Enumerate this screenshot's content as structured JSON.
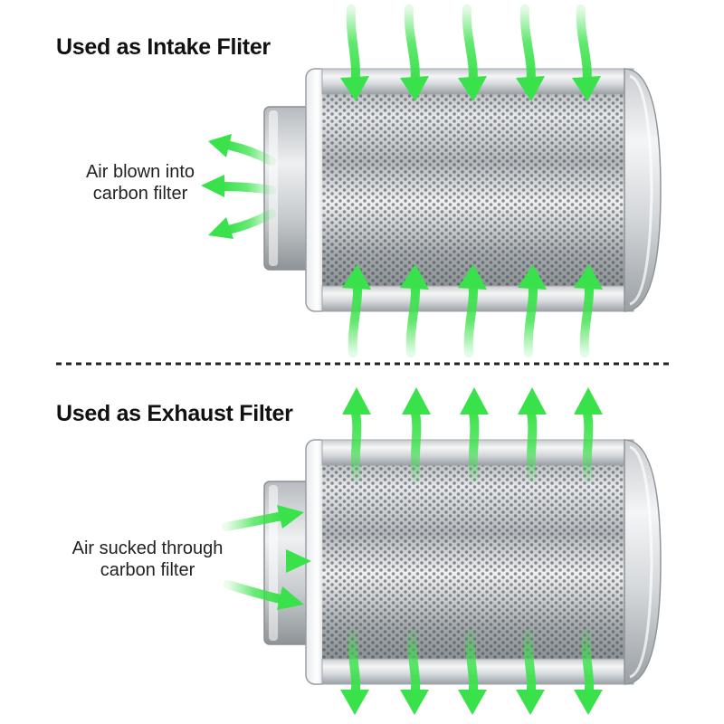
{
  "panels": {
    "intake": {
      "title": "Used as Intake Fliter",
      "caption_line1": "Air blown into",
      "caption_line2": "carbon filter"
    },
    "exhaust": {
      "title": "Used as Exhaust Filter",
      "caption_line1": "Air sucked through",
      "caption_line2": "carbon filter"
    }
  },
  "colors": {
    "arrow": "#39e24a",
    "divider": "#222222",
    "metal_light": "#f2f3f5",
    "metal_dark": "#8d9297"
  }
}
